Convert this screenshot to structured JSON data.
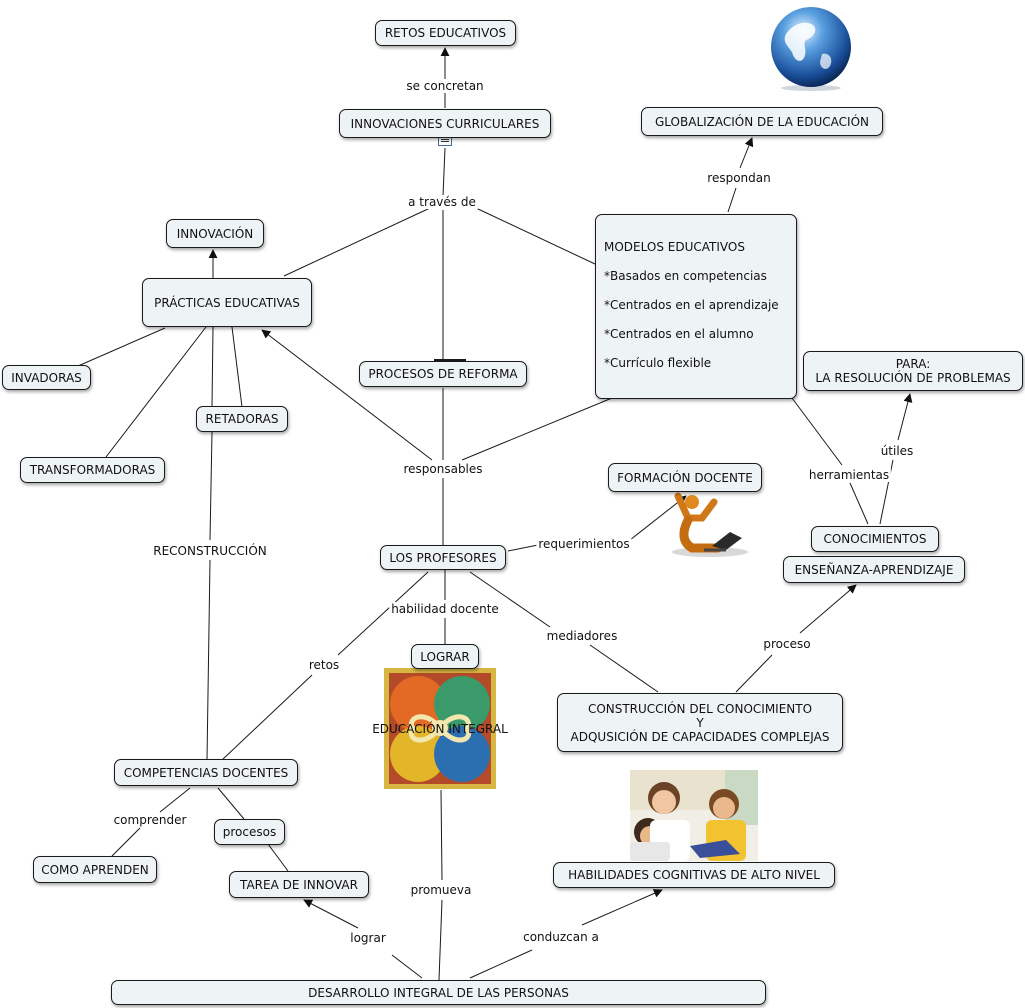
{
  "nodes": {
    "retos_educativos": "RETOS EDUCATIVOS",
    "innovaciones_curriculares": "INNOVACIONES CURRICULARES",
    "globalizacion": "GLOBALIZACIÓN DE LA EDUCACIÓN",
    "innovacion": "INNOVACIÓN",
    "practicas_educativas": "PRÁCTICAS EDUCATIVAS",
    "modelos_title": "MODELOS EDUCATIVOS",
    "modelos_items": [
      "*Basados en competencias",
      "*Centrados en el aprendizaje",
      "*Centrados en el alumno",
      "*Currículo flexible"
    ],
    "invadoras": "INVADORAS",
    "procesos_reforma": "PROCESOS DE REFORMA",
    "para_line1": "PARA:",
    "para_line2": "LA RESOLUCIÓN DE PROBLEMAS",
    "retadoras": "RETADORAS",
    "transformadoras": "TRANSFORMADORAS",
    "formacion_docente": "FORMACIÓN DOCENTE",
    "conocimientos": "CONOCIMIENTOS",
    "los_profesores": "LOS PROFESORES",
    "ensenanza": "ENSEÑANZA-APRENDIZAJE",
    "lograr_node": "LOGRAR",
    "construccion_line1": "CONSTRUCCIÓN DEL CONOCIMIENTO",
    "construccion_line2": "Y",
    "construccion_line3": "ADQUSICIÓN DE CAPACIDADES COMPLEJAS",
    "educacion_integral": "EDUCACIÓN INTEGRAL",
    "competencias_docentes": "COMPETENCIAS DOCENTES",
    "procesos": "procesos",
    "como_aprenden": "COMO APRENDEN",
    "tarea_innovar": "TAREA DE INNOVAR",
    "habilidades_cognitivas": "HABILIDADES COGNITIVAS DE ALTO NIVEL",
    "desarrollo_integral": "DESARROLLO INTEGRAL DE LAS PERSONAS"
  },
  "links": {
    "se_concretan": "se concretan",
    "a_traves_de": "a través de",
    "respondan": "respondan",
    "responsables": "responsables",
    "utiles": "útiles",
    "herramientas": "herramientas",
    "reconstruccion": "RECONSTRUCCIÓN",
    "requerimientos": "requerimientos",
    "habilidad_docente": "habilidad docente",
    "mediadores": "mediadores",
    "proceso": "proceso",
    "retos": "retos",
    "comprender": "comprender",
    "promueva": "promueva",
    "lograr": "lograr",
    "conduzcan_a": "conduzcan a"
  },
  "icons": [
    "globe-icon",
    "document-icon",
    "running-person-icon",
    "person-laptop-icon",
    "mosaic-art-image",
    "children-reading-photo"
  ],
  "colors": {
    "node_fill": "#eef4f6",
    "node_border": "#1a1a1a",
    "line": "#1a1a1a",
    "person_icon": "#5b7fb5"
  }
}
